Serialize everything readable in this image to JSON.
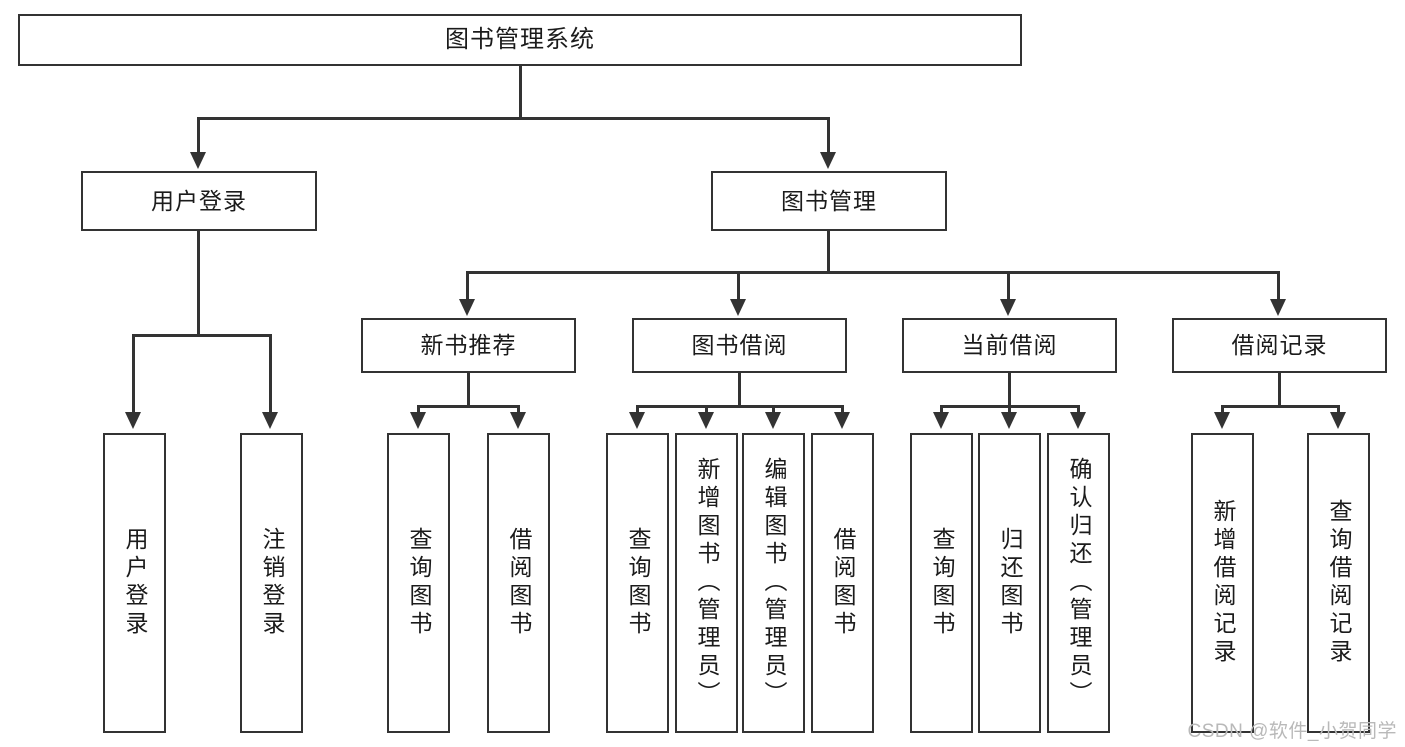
{
  "diagram": {
    "title": "图书管理系统",
    "type": "tree",
    "watermark": "CSDN @软件_小贺同学",
    "colors": {
      "stroke": "#333333",
      "fill": "#ffffff",
      "text": "#1b1b1b",
      "watermark": "#b9b9b9"
    },
    "nodes": {
      "root": {
        "label": "图书管理系统"
      },
      "level2": [
        {
          "label": "用户登录"
        },
        {
          "label": "图书管理"
        }
      ],
      "level3": [
        {
          "label": "新书推荐"
        },
        {
          "label": "图书借阅"
        },
        {
          "label": "当前借阅"
        },
        {
          "label": "借阅记录"
        }
      ],
      "leaves": {
        "user_login": [
          {
            "label": "用户登录"
          },
          {
            "label": "注销登录"
          }
        ],
        "new_book": [
          {
            "label": "查询图书"
          },
          {
            "label": "借阅图书"
          }
        ],
        "borrow": [
          {
            "label": "查询图书"
          },
          {
            "label": "新增图书（管理员）"
          },
          {
            "label": "编辑图书（管理员）"
          },
          {
            "label": "借阅图书"
          }
        ],
        "current": [
          {
            "label": "查询图书"
          },
          {
            "label": "归还图书"
          },
          {
            "label": "确认归还（管理员）"
          }
        ],
        "records": [
          {
            "label": "新增借阅记录"
          },
          {
            "label": "查询借阅记录"
          }
        ]
      }
    }
  }
}
